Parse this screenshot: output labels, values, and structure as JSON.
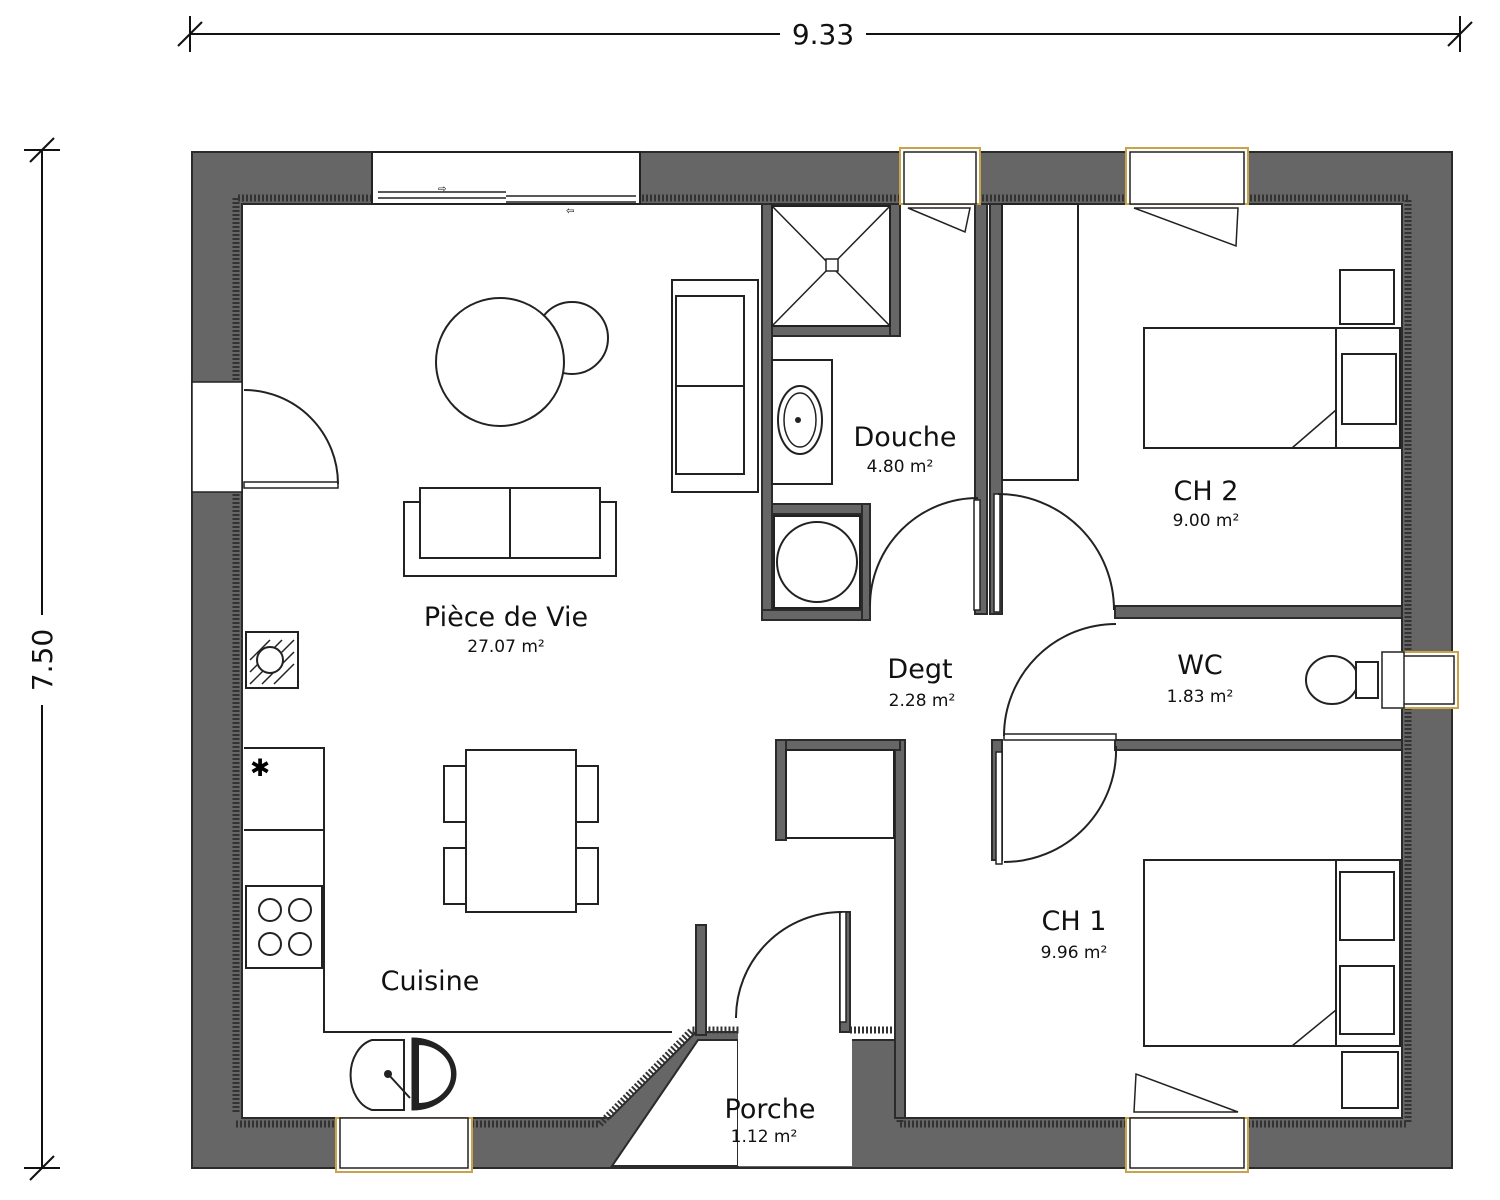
{
  "dimensions": {
    "width": "9.33",
    "height": "7.50"
  },
  "rooms": [
    {
      "id": "piece-de-vie",
      "name": "Pièce de Vie",
      "area": "27.07 m²"
    },
    {
      "id": "douche",
      "name": "Douche",
      "area": "4.80 m²"
    },
    {
      "id": "ch2",
      "name": "CH 2",
      "area": "9.00 m²"
    },
    {
      "id": "degt",
      "name": "Degt",
      "area": "2.28 m²"
    },
    {
      "id": "wc",
      "name": "WC",
      "area": "1.83 m²"
    },
    {
      "id": "ch1",
      "name": "CH 1",
      "area": "9.96 m²"
    },
    {
      "id": "cuisine",
      "name": "Cuisine",
      "area": ""
    },
    {
      "id": "porche",
      "name": "Porche",
      "area": "1.12 m²"
    }
  ],
  "colors": {
    "wall": "#666666",
    "window_frame": "#c9a24a"
  }
}
